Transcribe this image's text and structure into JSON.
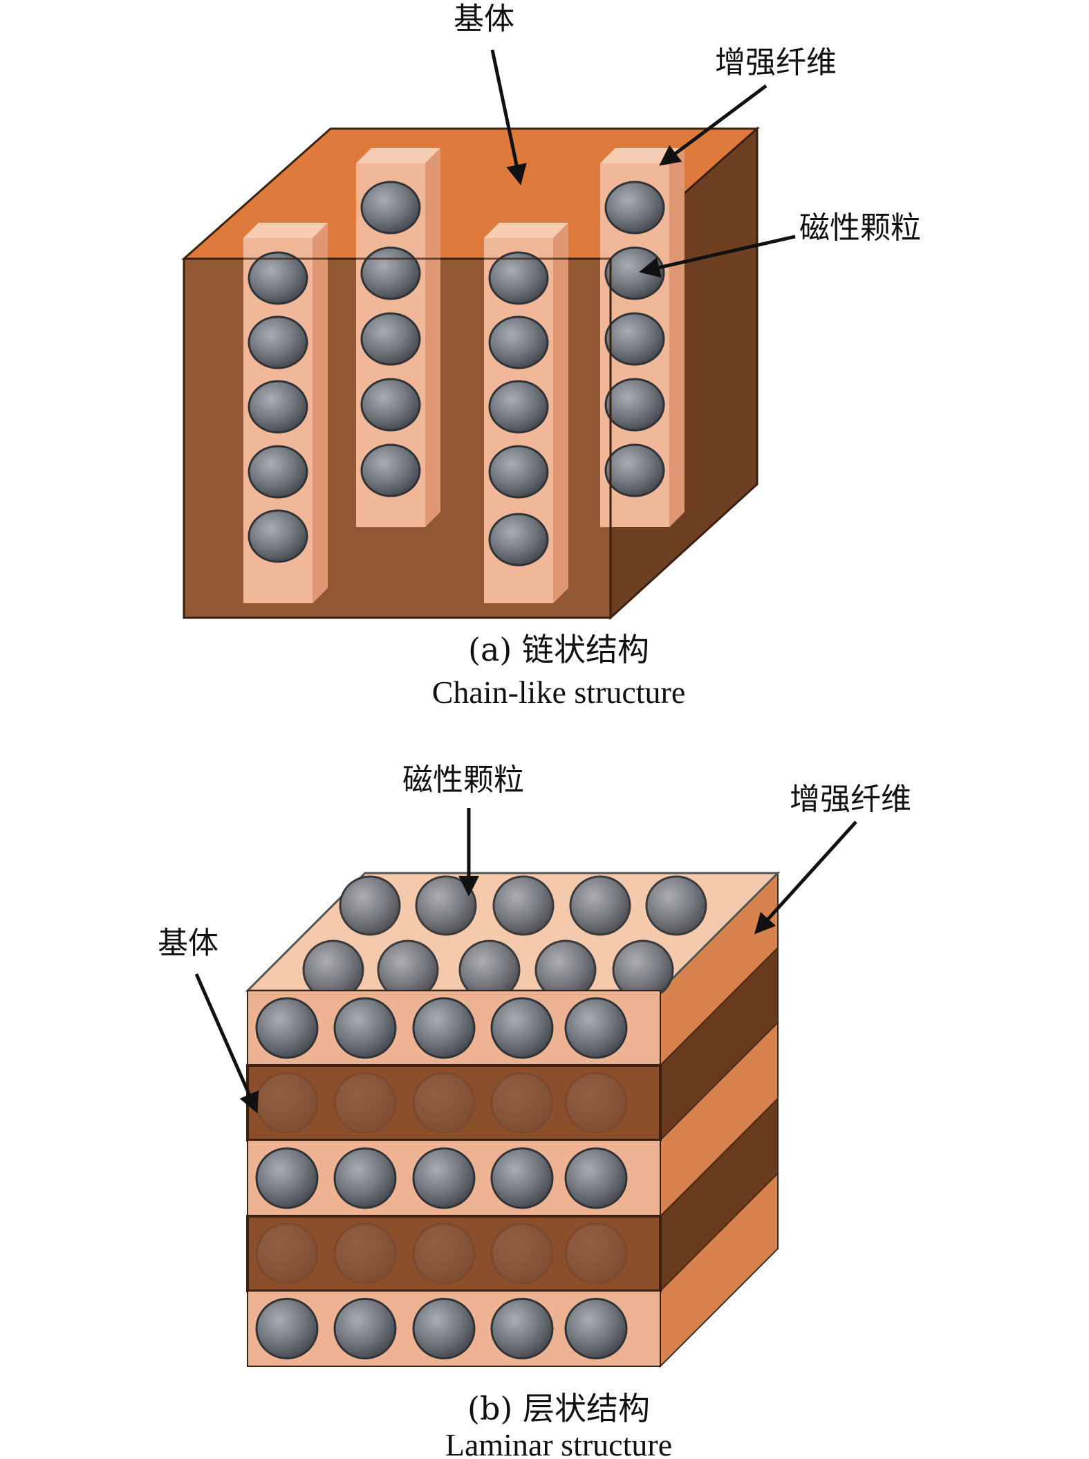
{
  "colors": {
    "matrix_front": "#925733",
    "matrix_top": "#de7a3c",
    "matrix_side": "#6f3f22",
    "fiber_front": "#f0b898",
    "fiber_edge": "#f6cdb3",
    "fiber_shadow": "#e09874",
    "particle": "#7a7f86",
    "particle_stroke": "#2f3338",
    "laminar_layer_dark": "#8c4f2c",
    "laminar_layer_light": "#eeb393",
    "laminar_top": "#f4c9ac",
    "laminar_side_light": "#d8834f",
    "laminar_side_dark": "#6a3a1f",
    "arrow": "#111111"
  },
  "figure_a": {
    "label_matrix": "基体",
    "label_fiber": "增强纤维",
    "label_particle": "磁性颗粒",
    "caption_zh": "(a) 链状结构",
    "caption_en": "Chain-like structure"
  },
  "figure_b": {
    "label_particle": "磁性颗粒",
    "label_fiber": "增强纤维",
    "label_matrix": "基体",
    "caption_zh": "(b) 层状结构",
    "caption_en": "Laminar structure"
  }
}
